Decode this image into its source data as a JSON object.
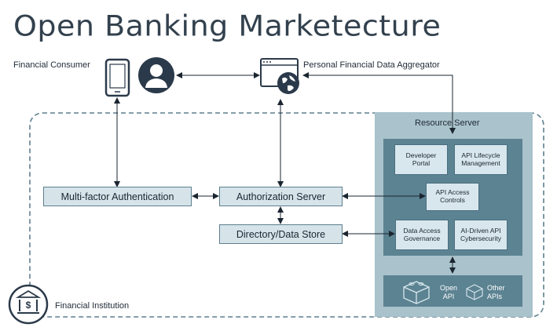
{
  "title": "Open Banking Marketecture",
  "actors": {
    "consumer_label": "Financial Consumer",
    "aggregator_label": "Personal Financial Data Aggregator",
    "institution_label": "Financial Institution"
  },
  "boxes": {
    "mfa": "Multi-factor Authentication",
    "auth_server": "Authorization Server",
    "directory": "Directory/Data Store"
  },
  "resource_server": {
    "title": "Resource Server",
    "developer_portal": "Developer Portal",
    "api_lifecycle": "API Lifecycle Management",
    "api_access": "API Access Controls",
    "data_access": "Data Access Governance",
    "ai_api": "AI-Driven API Cybersecurity",
    "open_api": "Open API",
    "other_apis": "Other APIs"
  },
  "colors": {
    "outer_dash": "#5e7f8e",
    "resource_outer": "#a9c2cb",
    "resource_inner": "#5c8392",
    "box_fill": "#d6e4ea"
  },
  "icons": [
    "phone-icon",
    "user-icon",
    "browser-globe-icon",
    "bank-icon",
    "open-api-icon",
    "other-apis-icon"
  ]
}
